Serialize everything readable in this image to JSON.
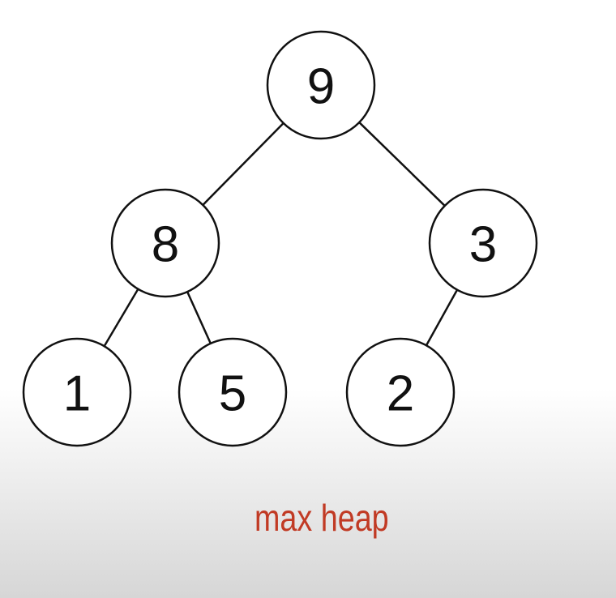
{
  "diagram": {
    "caption": "max heap",
    "caption_color": "#c13a24",
    "nodes": [
      {
        "id": "n0",
        "label": "9"
      },
      {
        "id": "n1",
        "label": "8"
      },
      {
        "id": "n2",
        "label": "3"
      },
      {
        "id": "n3",
        "label": "1"
      },
      {
        "id": "n4",
        "label": "5"
      },
      {
        "id": "n5",
        "label": "2"
      }
    ],
    "edges": [
      [
        "n0",
        "n1"
      ],
      [
        "n0",
        "n2"
      ],
      [
        "n1",
        "n3"
      ],
      [
        "n1",
        "n4"
      ],
      [
        "n2",
        "n5"
      ]
    ]
  }
}
